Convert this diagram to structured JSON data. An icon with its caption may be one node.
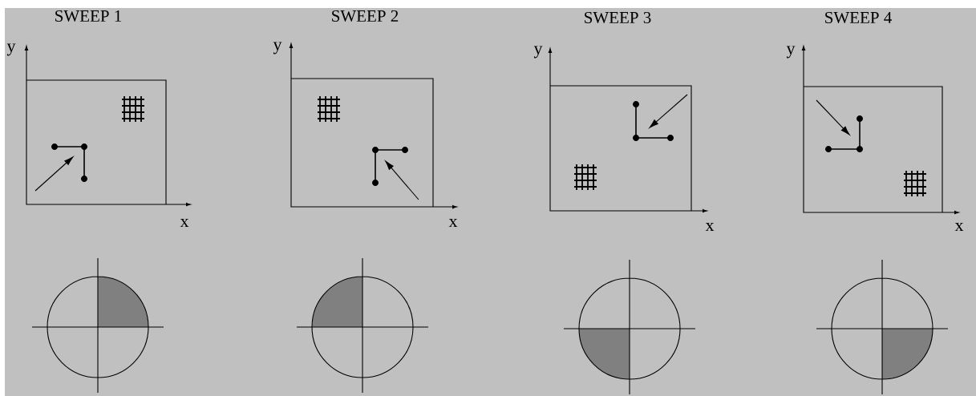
{
  "diagram": {
    "labels": [
      "SWEEP 1",
      "SWEEP 2",
      "SWEEP 3",
      "SWEEP 4",
      "y",
      "y",
      "y",
      "y",
      "x",
      "x",
      "x",
      "x"
    ]
  }
}
